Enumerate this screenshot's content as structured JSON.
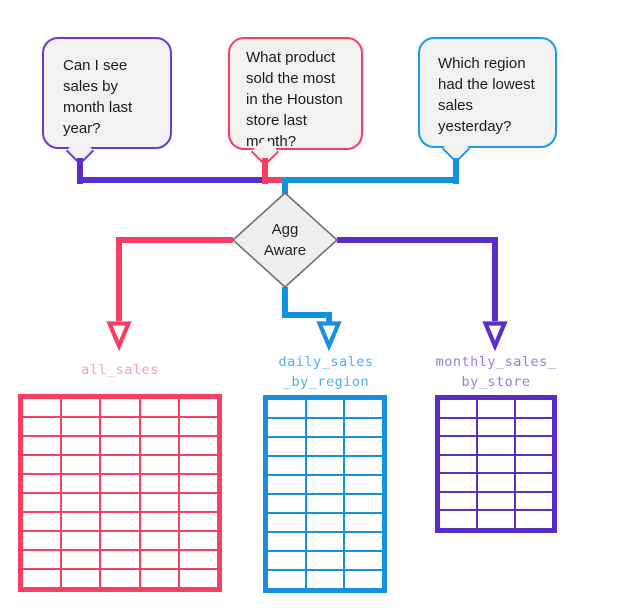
{
  "palette": {
    "pink": "#fa3e63",
    "blue": "#1591e0",
    "purple": "#5b2ec9",
    "purple_bubble_border": "#6a3ad2",
    "blue_bubble_border": "#1e9ae8",
    "bubble_fill": "#f2f2f2",
    "diamond_fill": "#efefef",
    "diamond_border": "#6f6f6f",
    "pink_label": "#f99eb6",
    "blue_label": "#4fb0ea",
    "purple_label": "#9b7bd9"
  },
  "bubbles": [
    {
      "text": "Can I see\nsales by\nmonth last\nyear?"
    },
    {
      "text": "What product\nsold the most\nin the Houston\nstore last\nmonth?"
    },
    {
      "text": "Which region\nhad the lowest\nsales\nyesterday?"
    }
  ],
  "decision": {
    "label": "Agg\nAware"
  },
  "tables": [
    {
      "name": "all_sales",
      "cols": 5,
      "rows": 10,
      "color_key": "pink"
    },
    {
      "name": "daily_sales\n_by_region",
      "cols": 3,
      "rows": 10,
      "color_key": "blue"
    },
    {
      "name": "monthly_sales_\nby_store",
      "cols": 3,
      "rows": 7,
      "color_key": "purple"
    }
  ]
}
